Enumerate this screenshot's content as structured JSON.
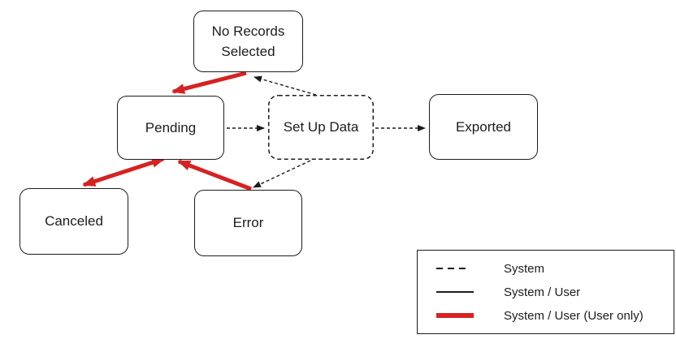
{
  "diagram": {
    "nodes": {
      "no_records_selected": {
        "label": "No Records\nSelected",
        "border_style": "solid"
      },
      "pending": {
        "label": "Pending",
        "border_style": "solid"
      },
      "set_up_data": {
        "label": "Set Up Data",
        "border_style": "dashed"
      },
      "exported": {
        "label": "Exported",
        "border_style": "solid"
      },
      "canceled": {
        "label": "Canceled",
        "border_style": "solid"
      },
      "error": {
        "label": "Error",
        "border_style": "solid"
      }
    },
    "edges": [
      {
        "from": "no_records_selected",
        "to": "pending",
        "type": "user_red_thick",
        "arrowheads": "single"
      },
      {
        "from": "pending",
        "to": "canceled",
        "type": "user_red_thick",
        "arrowheads": "both"
      },
      {
        "from": "error",
        "to": "pending",
        "type": "user_red_thick",
        "arrowheads": "single"
      },
      {
        "from": "pending",
        "to": "set_up_data",
        "type": "system_dashed",
        "arrowheads": "single"
      },
      {
        "from": "set_up_data",
        "to": "exported",
        "type": "system_dashed",
        "arrowheads": "single"
      },
      {
        "from": "set_up_data",
        "to": "no_records_selected",
        "type": "system_dashed",
        "arrowheads": "single"
      },
      {
        "from": "set_up_data",
        "to": "error",
        "type": "system_dashed",
        "arrowheads": "single"
      }
    ]
  },
  "legend": {
    "items": [
      {
        "sample": "dashed-black-line",
        "label": "System"
      },
      {
        "sample": "solid-black-line",
        "label": "System / User"
      },
      {
        "sample": "thick-red-line",
        "label": "System / User (User only)"
      }
    ]
  },
  "colors": {
    "background": "#ffffff",
    "ink": "#1c1c1c",
    "user_action_red": "#d62222"
  }
}
